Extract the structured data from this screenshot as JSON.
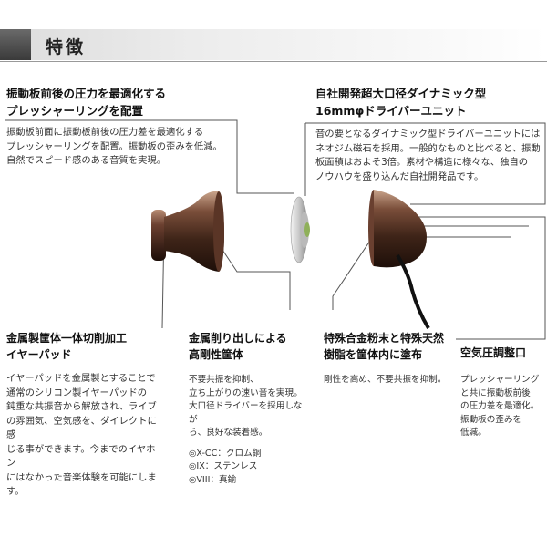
{
  "header": {
    "title": "特徴"
  },
  "features": {
    "pressure_ring": {
      "title_lines": [
        "振動板前後の圧力を最適化する",
        "プレッシャーリングを配置"
      ],
      "body_lines": [
        "振動板前面に振動板前後の圧力差を最適化する",
        "プレッシャーリングを配置。振動板の歪みを低減。",
        "自然でスピード感のある音質を実現。"
      ]
    },
    "driver": {
      "title_lines": [
        "自社開発超大口径ダイナミック型",
        "16mmφドライバーユニット"
      ],
      "body_lines": [
        "音の要となるダイナミック型ドライバーユニットには",
        "ネオジム磁石を採用。一般的なものと比べると、振動",
        "板面積はおよそ3倍。素材や構造に様々な、独自の",
        "ノウハウを盛り込んだ自社開発品です。"
      ]
    },
    "earpad": {
      "title_lines": [
        "金属製筐体一体切削加工",
        "イヤーパッド"
      ],
      "body_lines": [
        "イヤーパッドを金属製とすることで",
        "通常のシリコン製イヤーパッドの",
        "鈍重な共振音から解放され、ライブ",
        "の雰囲気、空気感を、ダイレクトに感",
        "じる事ができます。今までのイヤホン",
        "にはなかった音楽体験を可能にします。"
      ]
    },
    "housing": {
      "title_lines": [
        "金属削り出しによる",
        "高剛性筐体"
      ],
      "body_lines": [
        "不要共振を抑制、",
        "立ち上がりの速い音を実現。",
        "大口径ドライバーを採用しなが",
        "ら、良好な装着感。"
      ],
      "materials": [
        "◎X-CC：クロム銅",
        "◎IX：ステンレス",
        "◎VIII：真鍮"
      ]
    },
    "resin": {
      "title_lines": [
        "特殊合金粉末と特殊天然",
        "樹脂を筐体内に塗布"
      ],
      "body_lines": [
        "剛性を高め、不要共振を抑制。"
      ]
    },
    "air_port": {
      "title_lines": [
        "空気圧調整口"
      ],
      "body_lines": [
        "プレッシャーリング",
        "と共に振動板前後",
        "の圧力差を最適化。",
        "振動板の歪みを",
        "低減。"
      ]
    }
  }
}
